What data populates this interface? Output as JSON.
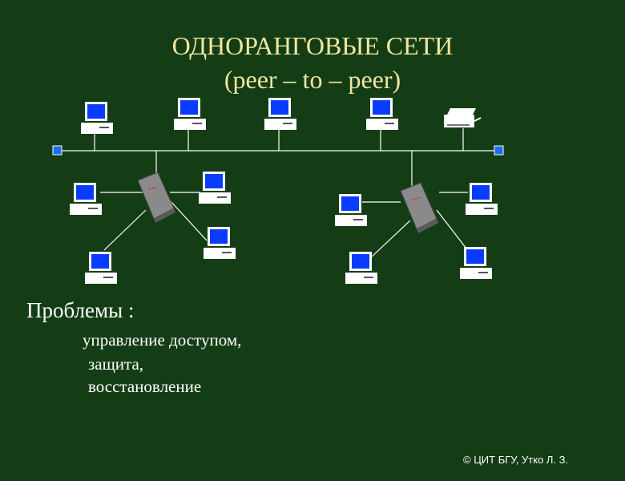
{
  "title": {
    "line1": "ОДНОРАНГОВЫЕ СЕТИ",
    "line2": "(peer – to – peer)"
  },
  "problems": {
    "heading": "Проблемы :",
    "items": [
      "управление доступом,",
      "защита,",
      "восстановление"
    ]
  },
  "footer": "© ЦИТ БГУ, Утко Л. З.",
  "colors": {
    "background": "#143d16",
    "title": "#f0e6a0",
    "screen": "#0a3cff",
    "terminator": "#1e6ef5"
  },
  "icons": {
    "workstation": "computer-icon",
    "hub": "hub-icon",
    "printer": "printer-icon",
    "terminator": "terminator-icon"
  }
}
